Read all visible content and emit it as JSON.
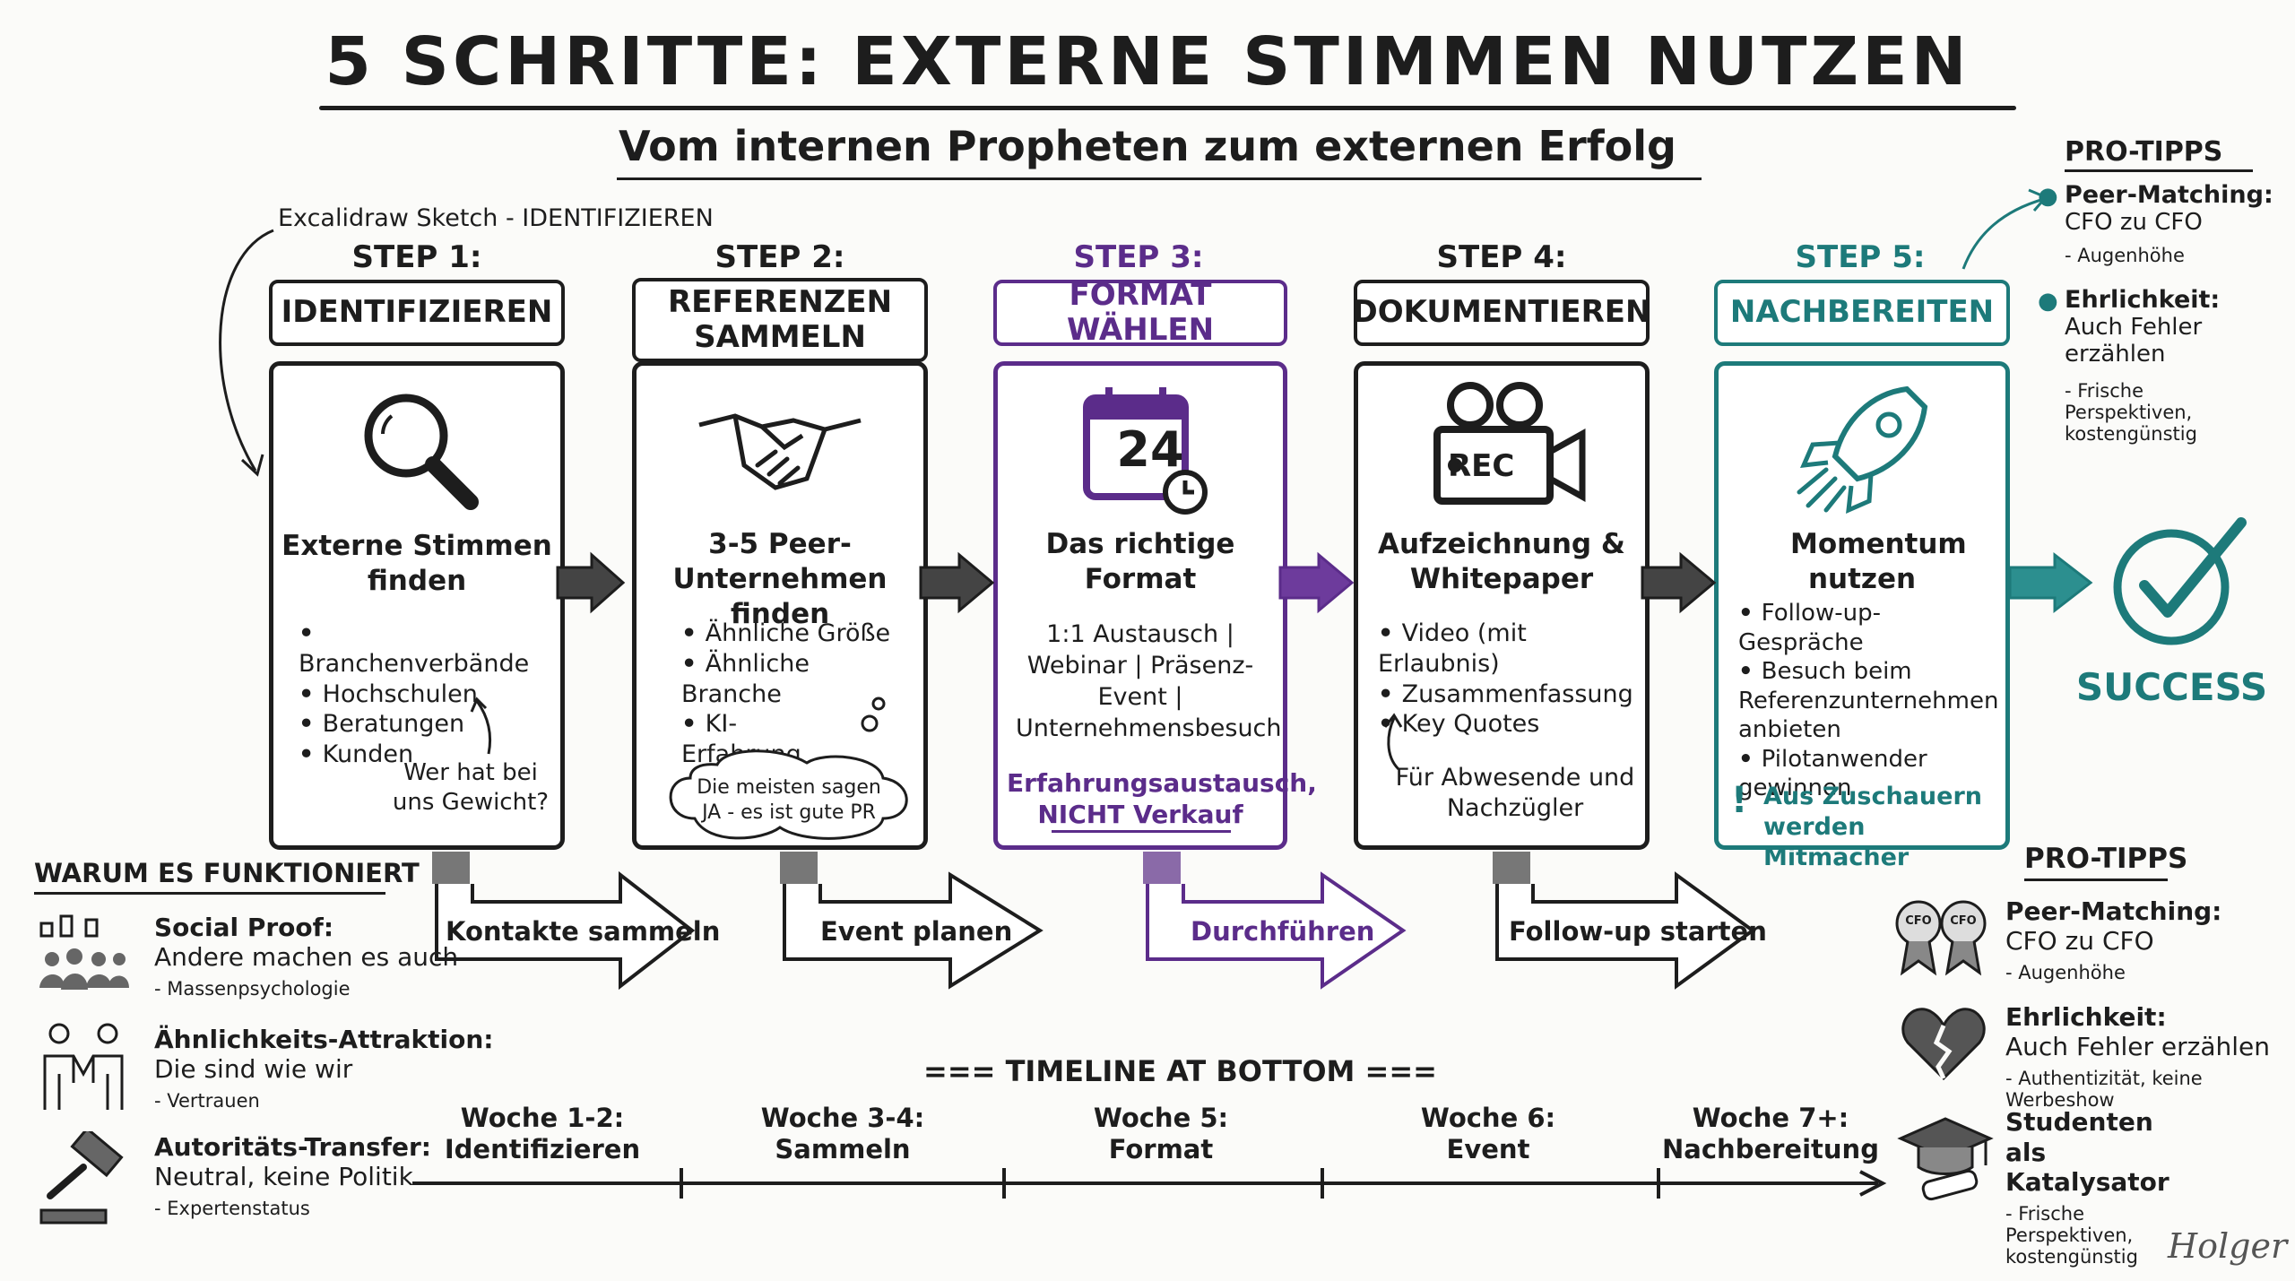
{
  "header": {
    "title": "5 SCHRITTE: EXTERNE STIMMEN NUTZEN",
    "subtitle": "Vom internen Propheten zum externen Erfolg",
    "sketch_note": "Excalidraw Sketch - IDENTIFIZIEREN"
  },
  "steps": [
    {
      "label": "STEP 1:",
      "title": "IDENTIFIZIEREN",
      "icon": "magnifier-icon",
      "heading": "Externe Stimmen finden",
      "bullets": [
        "Branchenverbände",
        "Hochschulen",
        "Beratungen",
        "Kunden"
      ],
      "note": "Wer hat bei uns Gewicht?",
      "flow": "Kontakte sammeln"
    },
    {
      "label": "STEP 2:",
      "title": "REFERENZEN SAMMELN",
      "icon": "handshake-icon",
      "heading": "3-5 Peer-Unternehmen finden",
      "bullets": [
        "Ähnliche Größe",
        "Ähnliche Branche",
        "KI-Erfahrung vorhanden"
      ],
      "note": "Die meisten sagen JA - es ist gute PR",
      "flow": "Event planen"
    },
    {
      "label": "STEP 3:",
      "title": "FORMAT WÄHLEN",
      "icon": "calendar-icon",
      "calendar_day": "24",
      "heading": "Das richtige Format",
      "format_text": "1:1 Austausch | Webinar | Präsenz-Event | Unternehmensbesuch",
      "note": "Erfahrungsaustausch, NICHT Verkauf",
      "flow": "Durchführen"
    },
    {
      "label": "STEP 4:",
      "title": "DOKUMENTIEREN",
      "icon": "camera-icon",
      "rec_label": "REC",
      "heading": "Aufzeichnung & Whitepaper",
      "bullets": [
        "Video (mit Erlaubnis)",
        "Zusammenfassung",
        "Key Quotes"
      ],
      "note": "Für Abwesende und Nachzügler",
      "flow": "Follow-up starten"
    },
    {
      "label": "STEP 5:",
      "title": "NACHBEREITEN",
      "icon": "rocket-icon",
      "heading": "Momentum nutzen",
      "bullets": [
        "Follow-up-Gespräche",
        "Besuch beim Referenzunternehmen anbieten",
        "Pilotanwender gewinnen"
      ],
      "note": "Aus Zuschauern werden Mitmacher"
    }
  ],
  "success": {
    "label": "SUCCESS",
    "icon": "checkmark-icon"
  },
  "pro_tips_top": {
    "title": "PRO-TIPPS",
    "items": [
      {
        "head": "Peer-Matching:",
        "text": "CFO zu CFO",
        "sub": "- Augenhöhe"
      },
      {
        "head": "Ehrlichkeit:",
        "text": "Auch Fehler erzählen",
        "sub": "- Frische Perspektiven, kostengünstig"
      }
    ]
  },
  "why": {
    "title": "WARUM ES FUNKTIONIERT",
    "items": [
      {
        "icon": "crowd-icon",
        "head": "Social Proof:",
        "text": "Andere machen es auch",
        "sub": "- Massenpsychologie"
      },
      {
        "icon": "people-handshake-icon",
        "head": "Ähnlichkeits-Attraktion:",
        "text": "Die sind wie wir",
        "sub": "- Vertrauen"
      },
      {
        "icon": "gavel-icon",
        "head": "Autoritäts-Transfer:",
        "text": "Neutral, keine Politik",
        "sub": "- Expertenstatus"
      }
    ]
  },
  "pro_tips_bottom": {
    "title": "PRO-TIPPS",
    "items": [
      {
        "icon": "cfo-badges-icon",
        "badge": "CFO",
        "head": "Peer-Matching:",
        "text": "CFO zu CFO",
        "sub": "- Augenhöhe"
      },
      {
        "icon": "broken-heart-icon",
        "head": "Ehrlichkeit:",
        "text": "Auch Fehler erzählen",
        "sub": "- Authentizität, keine Werbeshow"
      },
      {
        "icon": "graduation-cap-icon",
        "head": "Studenten als Katalysator",
        "text": "",
        "sub": "- Frische Perspektiven, kostengünstig"
      }
    ]
  },
  "timeline": {
    "title": "=== TIMELINE AT BOTTOM ===",
    "marks": [
      {
        "week": "Woche 1-2:",
        "label": "Identifizieren"
      },
      {
        "week": "Woche 3-4:",
        "label": "Sammeln"
      },
      {
        "week": "Woche 5:",
        "label": "Format"
      },
      {
        "week": "Woche 6:",
        "label": "Event"
      },
      {
        "week": "Woche 7+:",
        "label": "Nachbereitung"
      }
    ]
  },
  "signature": "Holger",
  "colors": {
    "ink": "#1d1d1d",
    "purple": "#5b2c8a",
    "teal": "#1d7a7a"
  }
}
